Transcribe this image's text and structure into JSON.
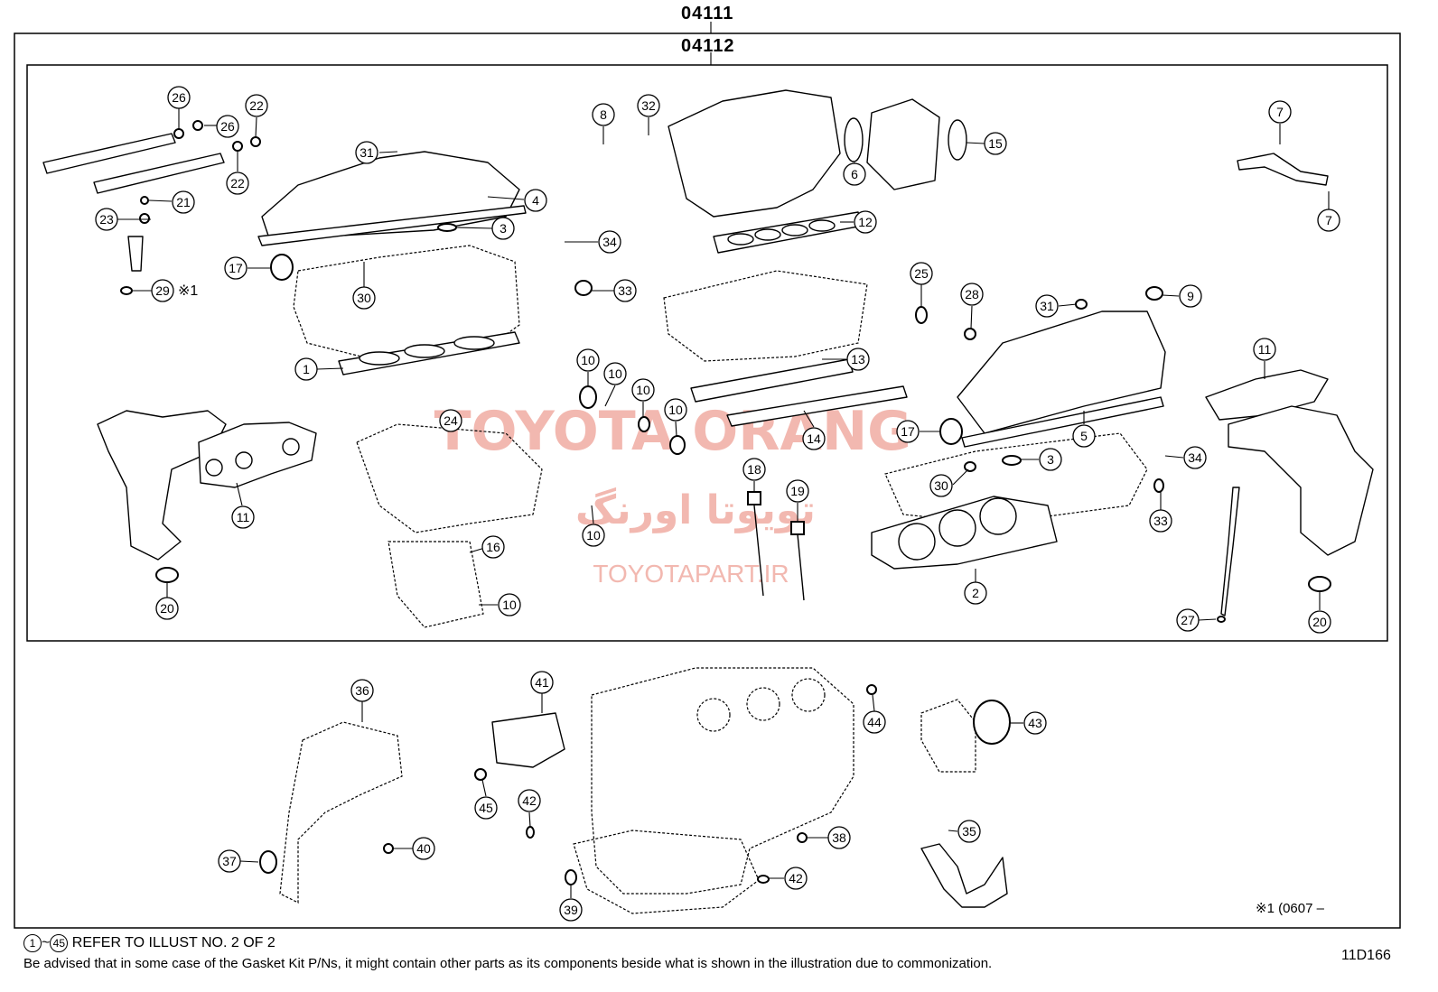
{
  "headers": {
    "kit_outer": "04111",
    "kit_inner": "04112"
  },
  "watermark": {
    "line1": "TOYOTA ORANG",
    "line2": "تویوتا اورنگ",
    "line3": "TOYOTAPART.IR",
    "color": "#f2b8b0"
  },
  "note_mark": "※1 (0607 –",
  "drawing_id": "11D166",
  "footer": {
    "refer_start": "1",
    "refer_tilde": "~",
    "refer_end": "45",
    "refer_text": "REFER TO ILLUST NO. 2 OF 2",
    "advisory": "Be advised that in some case of the Gasket Kit P/Ns,  it might contain other parts as its components beside what is shown in the illustration due to commonization."
  },
  "callouts": [
    "26",
    "26",
    "22",
    "22",
    "21",
    "23",
    "29",
    "31",
    "4",
    "3",
    "17",
    "30",
    "1",
    "8",
    "32",
    "34",
    "33",
    "6",
    "15",
    "12",
    "7",
    "7",
    "25",
    "28",
    "13",
    "31",
    "9",
    "5",
    "3",
    "11",
    "34",
    "33",
    "17",
    "30",
    "2",
    "27",
    "20",
    "10",
    "10",
    "10",
    "10",
    "24",
    "14",
    "18",
    "19",
    "10",
    "16",
    "10",
    "11",
    "20",
    "36",
    "41",
    "44",
    "43",
    "45",
    "42",
    "37",
    "40",
    "38",
    "35",
    "42",
    "39"
  ],
  "callout_29_mark": "※1"
}
